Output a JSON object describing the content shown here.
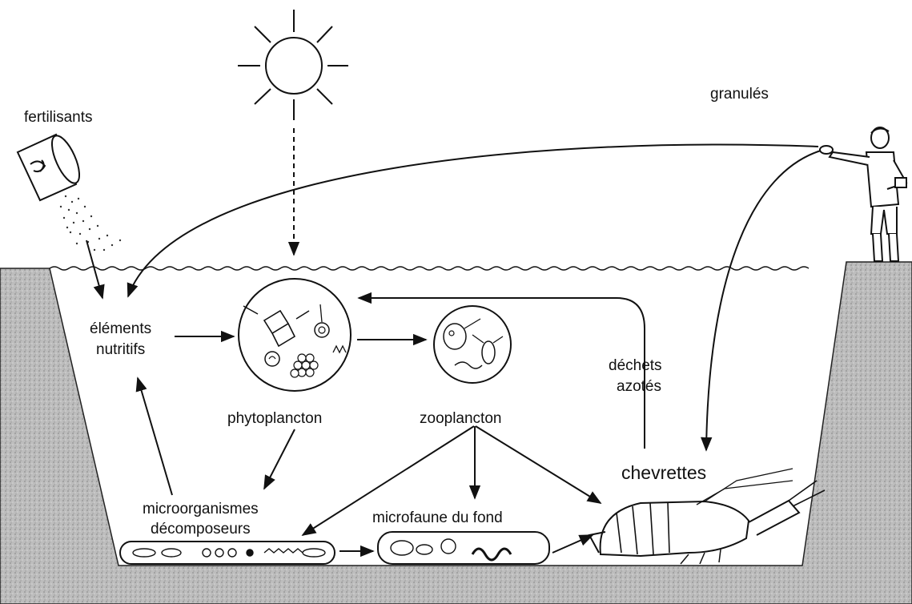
{
  "colors": {
    "ink": "#111111",
    "ground": "#b9b9b9",
    "paper": "#ffffff"
  },
  "labels": {
    "fertilisants": "fertilisants",
    "granules": "granulés",
    "elements_line1": "éléments",
    "elements_line2": "nutritifs",
    "phytoplancton": "phytoplancton",
    "zooplancton": "zooplancton",
    "dechets_line1": "déchets",
    "dechets_line2": "azotés",
    "chevrettes": "chevrettes",
    "micro_line1": "microorganismes",
    "micro_line2": "décomposeurs",
    "microfaune": "microfaune du fond"
  },
  "icons": {
    "sun": "sun-icon",
    "fertilizer_can": "fertilizer-can-icon",
    "farmer": "farmer-icon",
    "phytoplankton": "phytoplankton-circle-icon",
    "zooplankton": "zooplankton-circle-icon",
    "shrimp": "shrimp-icon"
  }
}
